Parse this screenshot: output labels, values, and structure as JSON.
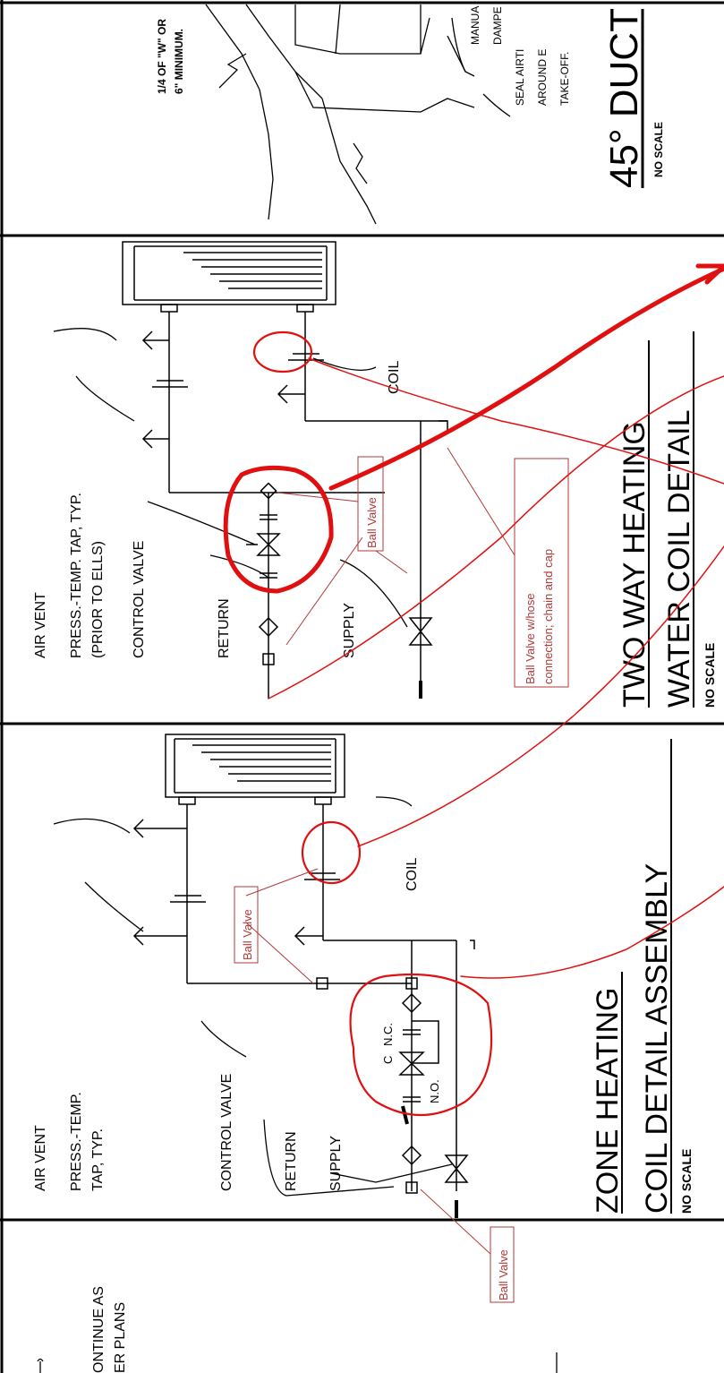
{
  "duct_detail": {
    "note_line1": "1/4 OF \"W\" OR",
    "note_line2": "6\" MINIMUM.",
    "labels": [
      "MANUA",
      "DAMPE",
      "SEAL AIRTI",
      "AROUND E",
      "TAKE-OFF."
    ],
    "title": "45° DUCT",
    "scale": "NO SCALE"
  },
  "two_way": {
    "labels": {
      "air_vent": "AIR VENT",
      "press_temp_1": "PRESS.-TEMP. TAP, TYP.",
      "press_temp_2": "(PRIOR TO ELLS)",
      "control_valve": "CONTROL VALVE",
      "return": "RETURN",
      "supply": "SUPPLY",
      "coil": "COIL"
    },
    "title_line1": "TWO WAY HEATING",
    "title_line2": "WATER COIL DETAIL",
    "scale": "NO SCALE",
    "markup_ball_valve": "Ball Valve",
    "markup_hose_1": "Ball Valve w/hose",
    "markup_hose_2": "connection; chain and cap"
  },
  "zone": {
    "labels": {
      "air_vent": "AIR VENT",
      "press_temp_1": "PRESS.-TEMP.",
      "press_temp_2": "TAP, TYP.",
      "control_valve": "CONTROL VALVE",
      "return": "RETURN",
      "supply": "SUPPLY",
      "coil": "COIL",
      "c": "C",
      "nc": "N.C.",
      "no": "N.O."
    },
    "title_line1": "ZONE HEATING",
    "title_line2": "COIL DETAIL ASSEMBLY",
    "scale": "NO SCALE",
    "markup_ball_valve_top": "Ball Valve",
    "markup_ball_valve_bottom": "Ball Valve"
  },
  "edge_panel": {
    "line1": "ONTINUE AS",
    "line2": "ER PLANS"
  },
  "colors": {
    "ink": "#000000",
    "markup_red": "#b03a3a",
    "pen_red": "#e01010"
  }
}
